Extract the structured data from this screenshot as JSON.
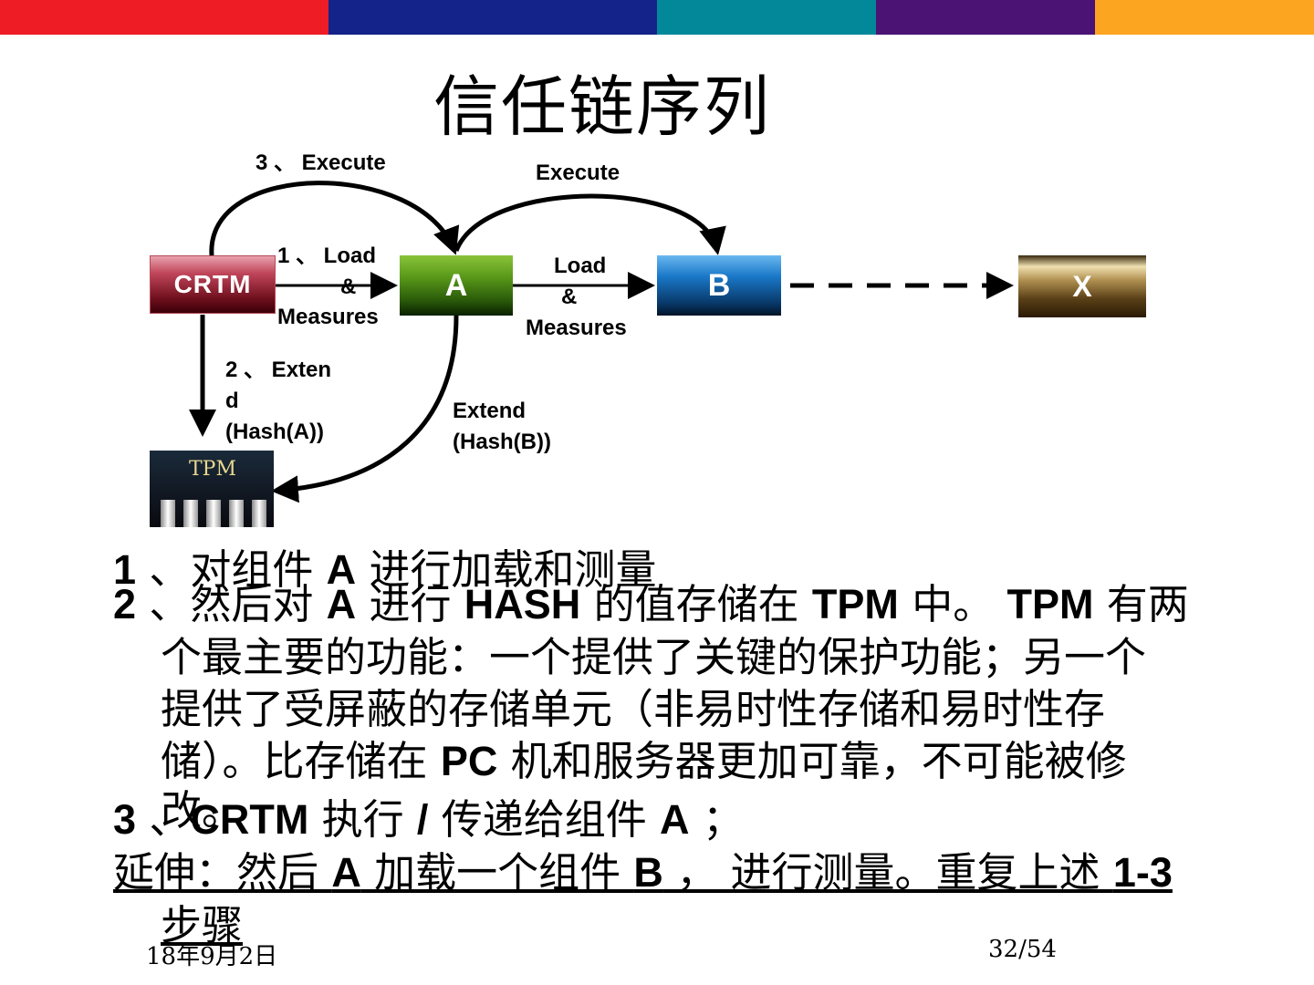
{
  "colors": {
    "bar": [
      "#ee1c25",
      "#14238a",
      "#03889a",
      "#4a1374",
      "#fca521"
    ]
  },
  "title": "信任链序列",
  "diagram": {
    "nodes": {
      "crtm": "CRTM",
      "a": "A",
      "b": "B",
      "x": "X",
      "tpm": "TPM"
    },
    "labels": {
      "execute3": "3 、 Execute",
      "execute": "Execute",
      "load1_l1": "1 、 Load",
      "load1_l2": "&",
      "load1_l3": "Measures",
      "load_l1": "Load",
      "load_l2": "&",
      "load_l3": "Measures",
      "extend2_l1": "2 、 Exten",
      "extend2_l2": "d",
      "extend2_l3": "(Hash(A))",
      "extendb_l1": "Extend",
      "extendb_l2": "(Hash(B))"
    }
  },
  "items": {
    "i1": {
      "num": "1",
      "sep": " 、",
      "t1": "对组件 ",
      "a": "A",
      "t2": " 进行加载和测量"
    },
    "i2": {
      "num": "2",
      "sep": " 、",
      "t1": "然后对 ",
      "a": "A",
      "t2": " 进行 ",
      "hash": "HASH",
      "t3": " 的值存储在 ",
      "tpm1": "TPM",
      "t4": " 中。 ",
      "tpm2": "TPM",
      "t5": " 有两",
      "line2": "个最主要的功能：一个提供了关键的保护功能；另一个",
      "line3": "提供了受屏蔽的存储单元（非易时性存储和易时性存",
      "line4a": "储）。比存储在 ",
      "pc": "PC",
      "line4b": " 机和服务器更加可靠，不可能被修",
      "line5": "改。"
    },
    "i3": {
      "num": "3",
      "sep": "  、",
      "crtm": "CRTM",
      "t1": " 执行 ",
      "slash": "/",
      "t2": " 传递给组件 ",
      "a": "A",
      "t3": " ；"
    },
    "ext": {
      "t1": "延伸：然后 ",
      "a": "A",
      "t2": " 加载一个组件 ",
      "b": "B",
      "t3": " ， 进行测量。重复上述 ",
      "steps": "1-3",
      "line2": "步骤"
    }
  },
  "footer": {
    "date": "18年9月2日",
    "page": "32/54"
  }
}
